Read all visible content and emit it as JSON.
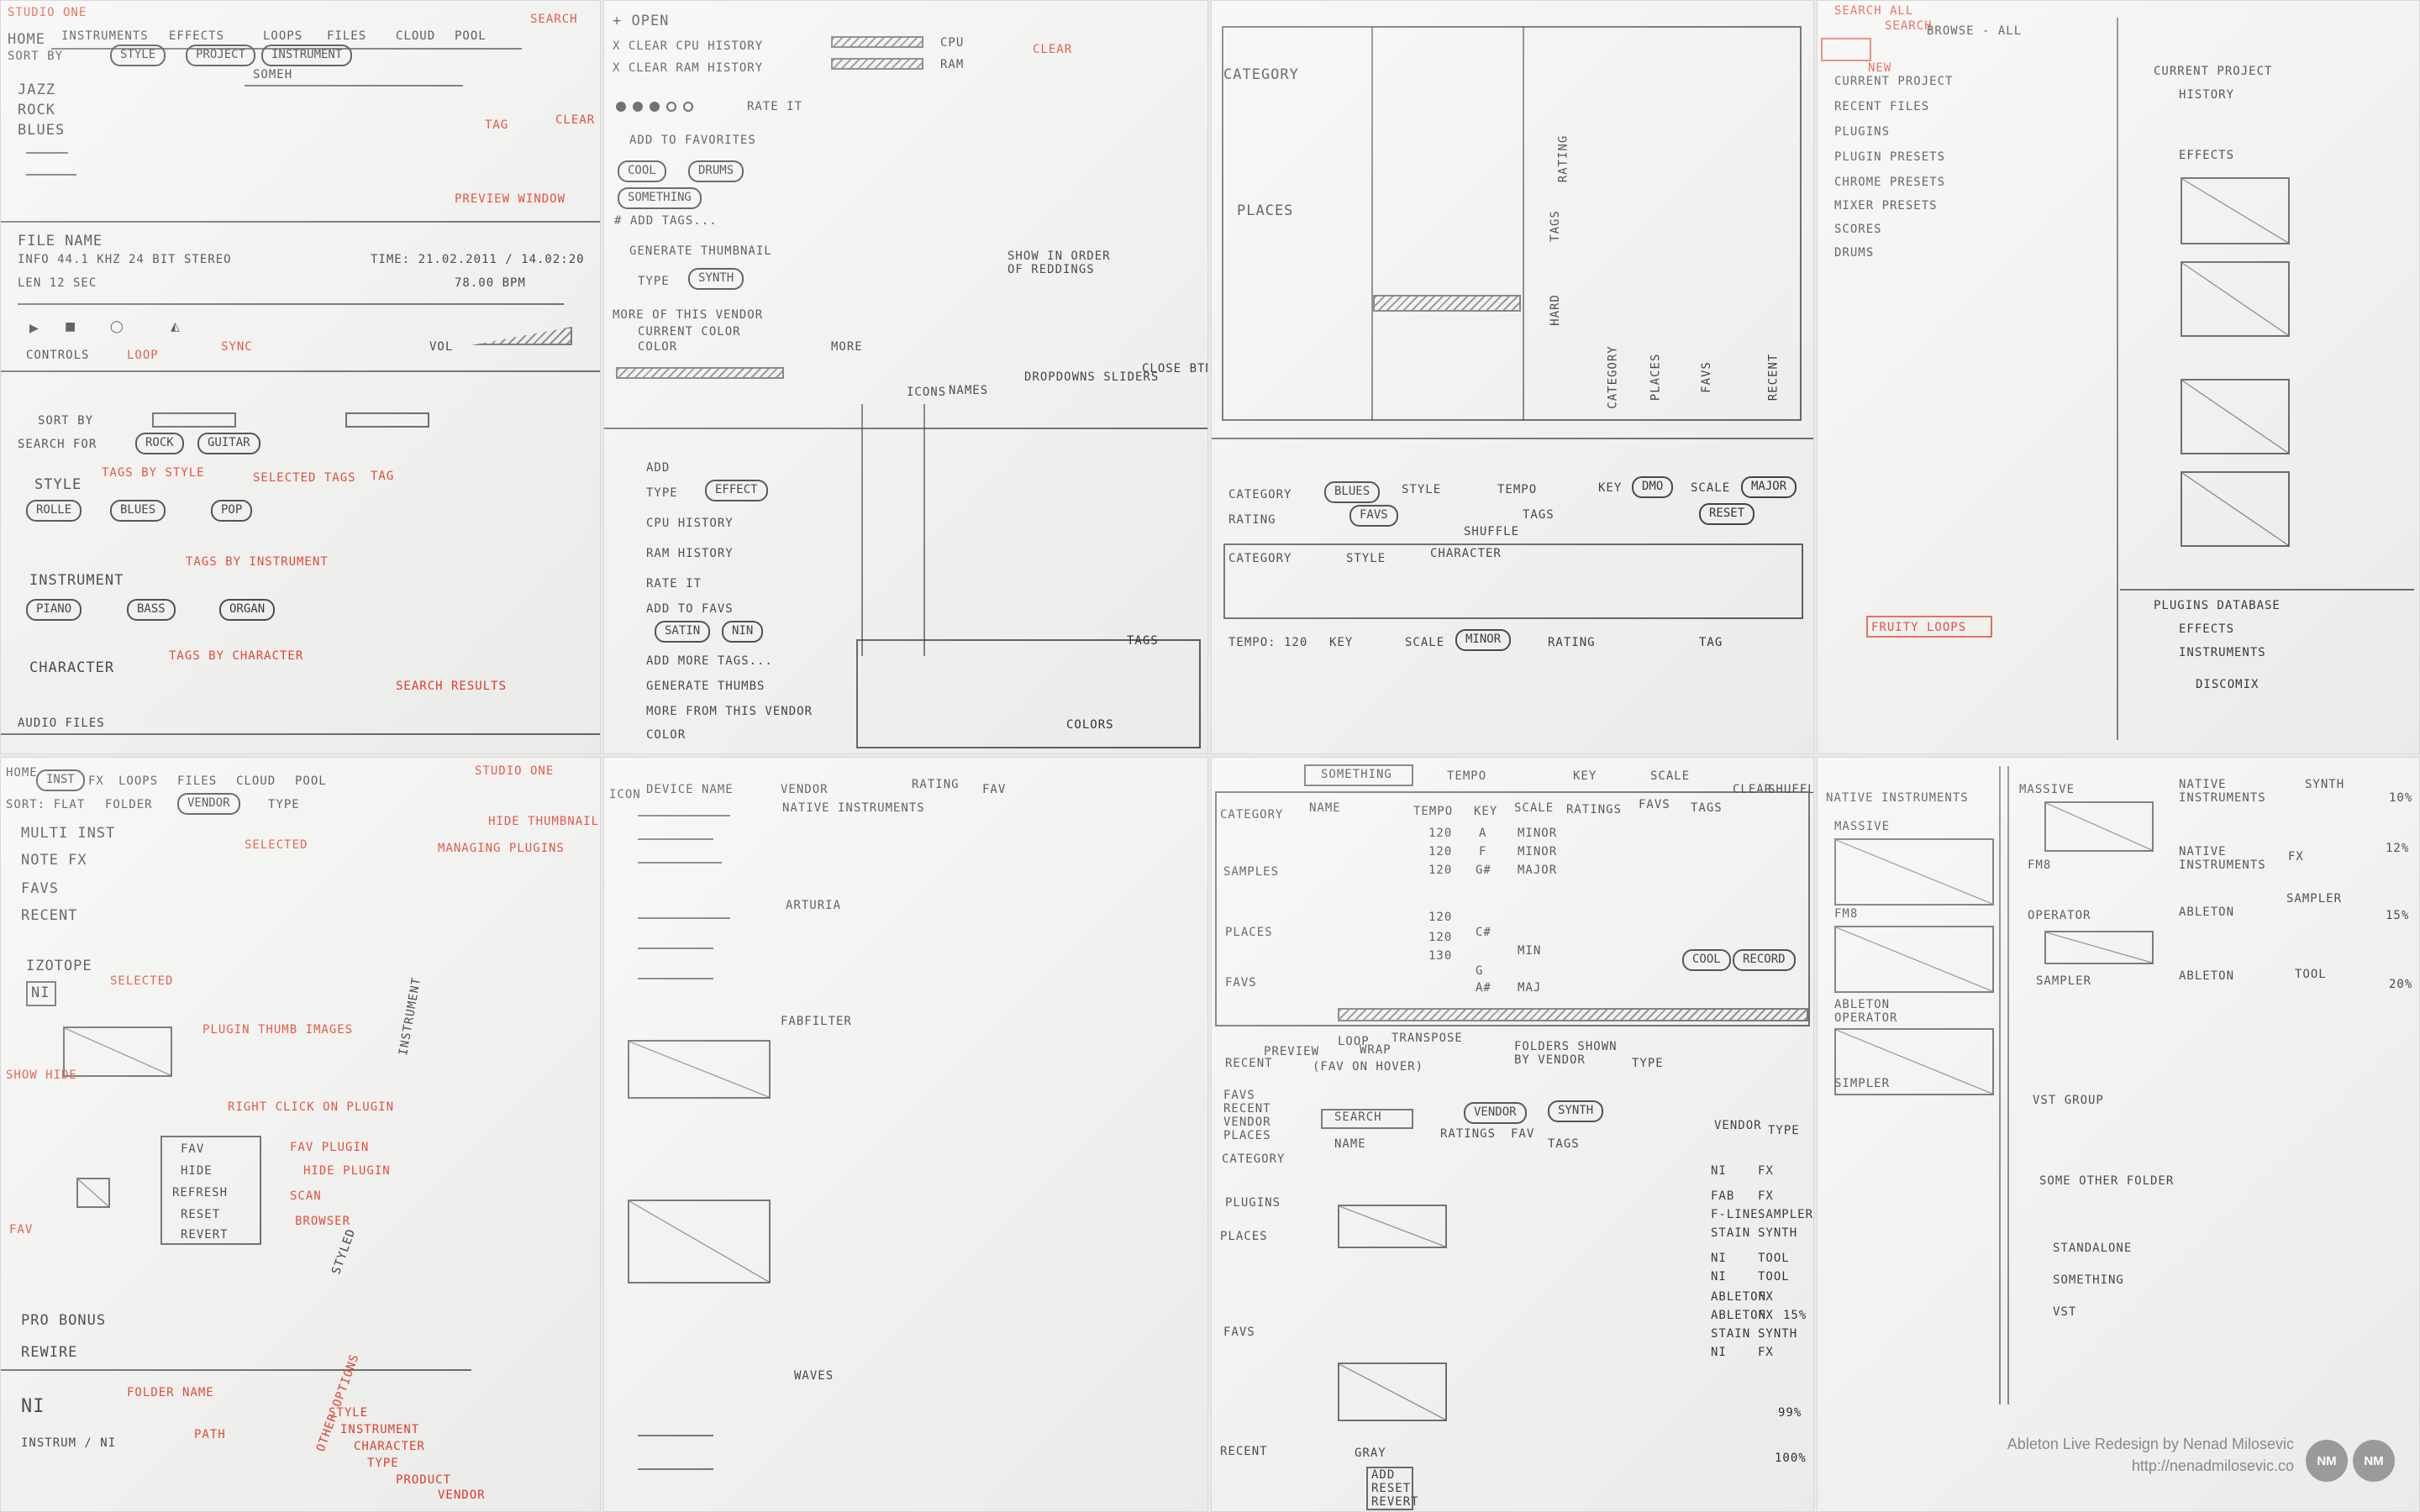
{
  "sheet1": {
    "title": "STUDIO ONE",
    "home": "HOME",
    "tabs": [
      "INSTRUMENTS",
      "EFFECTS",
      "LOOPS",
      "FILES",
      "CLOUD",
      "POOL"
    ],
    "search_note": "SEARCH",
    "sort_label": "SORT BY",
    "sort_options": [
      "STYLE",
      "PROJECT",
      "INSTRUMENT"
    ],
    "search_value": "SOMEH",
    "tree": [
      "JAZZ",
      "ROCK",
      "BLUES"
    ],
    "tag_note": "TAG",
    "clear_note": "CLEAR",
    "preview_note": "PREVIEW WINDOW",
    "file_name": "FILE NAME",
    "info": "INFO  44.1 KHZ  24 BIT STEREO",
    "time": "TIME: 21.02.2011 / 14.02:20",
    "len": "LEN  12 SEC",
    "bpm": "78.00 BPM",
    "controls": "CONTROLS",
    "loop_note": "LOOP",
    "sync_note": "SYNC",
    "vol": "VOL",
    "sort2": "SORT BY",
    "search_for": "SEARCH FOR",
    "search_chips": [
      "ROCK",
      "GUITAR"
    ],
    "style": "STYLE",
    "style_tags": [
      "ROLLE",
      "BLUES",
      "POP"
    ],
    "tags_by_style": "TAGS BY STYLE",
    "selected_tags": "SELECTED TAGS",
    "tag2": "TAG",
    "instrument": "INSTRUMENT",
    "tags_by_instrument": "TAGS BY INSTRUMENT",
    "instrument_tags": [
      "PIANO",
      "BASS",
      "ORGAN"
    ],
    "character": "CHARACTER",
    "tags_by_character": "TAGS BY CHARACTER",
    "search_results": "SEARCH RESULTS",
    "audio_files": "AUDIO FILES"
  },
  "sheet2": {
    "open": "+ OPEN",
    "clear_cpu": "X CLEAR CPU HISTORY",
    "clear_ram": "X CLEAR RAM HISTORY",
    "cpu": "CPU",
    "ram": "RAM",
    "clear": "CLEAR",
    "rate_it": "RATE IT",
    "add_fav": "ADD TO FAVORITES",
    "tags": [
      "COOL",
      "DRUMS",
      "SOMETHING"
    ],
    "add_tags": "# ADD TAGS...",
    "gen_thumb": "GENERATE THUMBNAIL",
    "type": "TYPE",
    "synth": "SYNTH",
    "show_order": "SHOW IN ORDER OF REDDINGS",
    "more_vendor": "MORE OF THIS VENDOR",
    "current_color": "CURRENT COLOR",
    "color": "COLOR",
    "more": "MORE",
    "menu": [
      "ADD",
      "TYPE",
      "CPU HISTORY",
      "RAM HISTORY",
      "RATE IT",
      "ADD TO FAVS",
      "ADD MORE TAGS...",
      "GENERATE THUMBS",
      "MORE FROM THIS VENDOR",
      "COLOR"
    ],
    "menu_tags": [
      "SATIN",
      "NIN"
    ],
    "effect": "EFFECT",
    "col_notes": [
      "ICONS",
      "NAMES",
      "DROPDOWNS SLIDERS",
      "CLOSE BTNS"
    ],
    "tags_btn": "TAGS",
    "colors_btn": "COLORS"
  },
  "sheet3": {
    "category": "CATEGORY",
    "places": "PLACES",
    "cols": [
      "RATING",
      "TAGS",
      "HARD"
    ],
    "bottom_labels": [
      "CATEGORY",
      "PLACES",
      "FAVS",
      "RECENT"
    ],
    "filter_row": [
      "CATEGORY",
      "BLUES",
      "STYLE",
      "TEMPO",
      "KEY",
      "DMO",
      "SCALE",
      "MAJOR"
    ],
    "filter_row2": [
      "RATING",
      "FAVS",
      "TAGS",
      "RESET"
    ],
    "shuffle": "SHUFFLE",
    "grid_cols": [
      "CATEGORY",
      "STYLE",
      "CHARACTER"
    ],
    "footer": [
      "TEMPO: 120",
      "KEY",
      "SCALE",
      "MINOR",
      "RATING",
      "TAG"
    ]
  },
  "sheet4": {
    "search_all": "SEARCH ALL",
    "search": "SEARCH",
    "browse": "BROWSE - ALL",
    "new": "NEW",
    "list": [
      "CURRENT PROJECT",
      "RECENT FILES",
      "PLUGINS",
      "PLUGIN PRESETS",
      "CHROME PRESETS",
      "MIXER PRESETS",
      "SCORES",
      "DRUMS"
    ],
    "tree": [
      "CURRENT PROJECT",
      "HISTORY",
      "EFFECTS"
    ],
    "fruity": "FRUITY LOOPS",
    "plugins_db": "PLUGINS DATABASE",
    "plugins_sub": [
      "EFFECTS",
      "INSTRUMENTS",
      "DISCOMIX"
    ]
  },
  "sheet5": {
    "home": "HOME",
    "tabs": [
      "INST",
      "FX",
      "LOOPS",
      "FILES",
      "CLOUD",
      "POOL"
    ],
    "studio": "STUDIO ONE",
    "sort": "SORT: FLAT",
    "sort_opts": [
      "FOLDER",
      "VENDOR",
      "TYPE"
    ],
    "selected": "SELECTED",
    "hide_notes": [
      "MANAGING PLUGINS",
      "HIDE THUMBNAIL IMAGES"
    ],
    "tree": [
      "MULTI INST",
      "NOTE FX",
      "FAVS",
      "RECENT"
    ],
    "izotope": "IZOTOPE",
    "ni": "NI",
    "ni_selected": "SELECTED",
    "plugin_thumb": "PLUGIN THUMB IMAGES",
    "right_click": "RIGHT CLICK ON PLUGIN",
    "ctx": [
      "FAV",
      "HIDE",
      "REFRESH",
      "RESET",
      "REVERT"
    ],
    "ctx_notes": [
      "FAV PLUGIN",
      "HIDE PLUGIN",
      "SCAN",
      "BROWSER"
    ],
    "show_hide": "SHOW HIDE",
    "fav": "FAV",
    "probonus": "PRO BONUS",
    "rewire": "REWIRE",
    "folder_name": "FOLDER NAME",
    "path": "PATH",
    "instruments_path": "INSTRUM / NI",
    "ni_big": "NI",
    "styled": "STYLED",
    "other_options": "OTHER OPTIONS",
    "options_list": [
      "STYLE",
      "INSTRUMENT",
      "CHARACTER",
      "TYPE",
      "PRODUCT",
      "VENDOR"
    ],
    "instrument_note": "INSTRUMENT"
  },
  "sheet6": {
    "headers": [
      "ICON",
      "DEVICE NAME",
      "VENDOR",
      "RATING",
      "FAV"
    ],
    "vendor_groups": [
      "NATIVE INSTRUMENTS",
      "ARTURIA",
      "FABFILTER",
      "WAVES"
    ]
  },
  "sheet7": {
    "search": "SOMETHING",
    "top_labels": [
      "TEMPO",
      "KEY",
      "SCALE",
      "CLEAR",
      "SHUFFLE"
    ],
    "headers": [
      "CATEGORY",
      "NAME",
      "TEMPO",
      "KEY",
      "SCALE",
      "RATINGS",
      "FAVS",
      "TAGS"
    ],
    "samples": "SAMPLES",
    "places": "PLACES",
    "favs": "FAVS",
    "recent": "RECENT",
    "tempos": [
      "120",
      "120",
      "120",
      "120",
      "120",
      "130"
    ],
    "keys": [
      "A",
      "F",
      "G#",
      "",
      "C#",
      "G",
      "A#"
    ],
    "scales": [
      "MINOR",
      "MINOR",
      "MAJOR",
      "",
      "",
      "MIN",
      "MAJ"
    ],
    "tag_chips": [
      "COOL",
      "RECORD"
    ],
    "controls": [
      "PREVIEW",
      "LOOP",
      "WRAP",
      "TRANSPOSE"
    ],
    "controls_note": "(FAV ON HOVER)",
    "left_notes": "FAVS RECENT VENDOR PLACES",
    "folders_note": "FOLDERS SHOWN BY VENDOR",
    "type_note": "TYPE",
    "search2": "SEARCH",
    "filter2": [
      "VENDOR",
      "SYNTH"
    ],
    "headers2": [
      "CATEGORY",
      "NAME",
      "RATINGS",
      "FAV",
      "TAGS",
      "VENDOR",
      "TYPE"
    ],
    "plugins": "PLUGINS",
    "places2": "PLACES",
    "favs2": "FAVS",
    "recent2": "RECENT",
    "vendors": [
      "NI",
      "FAB",
      "F-LINE",
      "STAIN",
      "NI",
      "NI",
      "ABLETON",
      "ABLETON",
      "STAIN",
      "NI"
    ],
    "types": [
      "FX",
      "FX",
      "SAMPLER",
      "SYNTH",
      "TOOL",
      "TOOL",
      "FX",
      "FX",
      "SYNTH",
      "FX"
    ],
    "percents": [
      "15%",
      "99%",
      "100%"
    ],
    "ctx": [
      "ADD",
      "RESET",
      "REVERT"
    ],
    "grey": "GRAY"
  },
  "sheet8": {
    "vendors": [
      "NATIVE INSTRUMENTS",
      "NATIVE INSTRUMENTS",
      "NATIVE INSTRUMENTS",
      "ABLETON",
      "ABLETON"
    ],
    "devices_left": [
      "MASSIVE",
      "FM8",
      "ABLETON OPERATOR",
      "SIMPLER"
    ],
    "devices_right": [
      "MASSIVE",
      "FM8",
      "OPERATOR",
      "SAMPLER"
    ],
    "types": [
      "SYNTH",
      "FX",
      "SAMPLER",
      "TOOL"
    ],
    "percents": [
      "10%",
      "12%",
      "15%",
      "20%"
    ],
    "vst_group": "VST GROUP",
    "other_folder": "SOME OTHER FOLDER",
    "standalone": [
      "STANDALONE",
      "SOMETHING",
      "VST"
    ]
  },
  "credit": {
    "line1": "Ableton Live Redesign by Nenad Milosevic",
    "line2": "http://nenadmilosevic.co",
    "logo1": "NM",
    "logo2": "NM"
  }
}
